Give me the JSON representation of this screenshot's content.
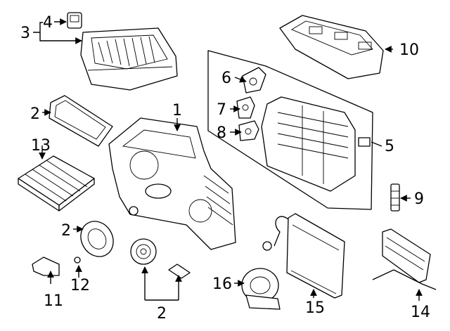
{
  "diagram": {
    "callouts": [
      {
        "id": "1",
        "label": "1"
      },
      {
        "id": "2a",
        "label": "2"
      },
      {
        "id": "2b",
        "label": "2"
      },
      {
        "id": "2c",
        "label": "2"
      },
      {
        "id": "3",
        "label": "3"
      },
      {
        "id": "4",
        "label": "4"
      },
      {
        "id": "5",
        "label": "5"
      },
      {
        "id": "6",
        "label": "6"
      },
      {
        "id": "7",
        "label": "7"
      },
      {
        "id": "8",
        "label": "8"
      },
      {
        "id": "9",
        "label": "9"
      },
      {
        "id": "10",
        "label": "10"
      },
      {
        "id": "11",
        "label": "11"
      },
      {
        "id": "12",
        "label": "12"
      },
      {
        "id": "13",
        "label": "13"
      },
      {
        "id": "14",
        "label": "14"
      },
      {
        "id": "15",
        "label": "15"
      },
      {
        "id": "16",
        "label": "16"
      }
    ]
  }
}
